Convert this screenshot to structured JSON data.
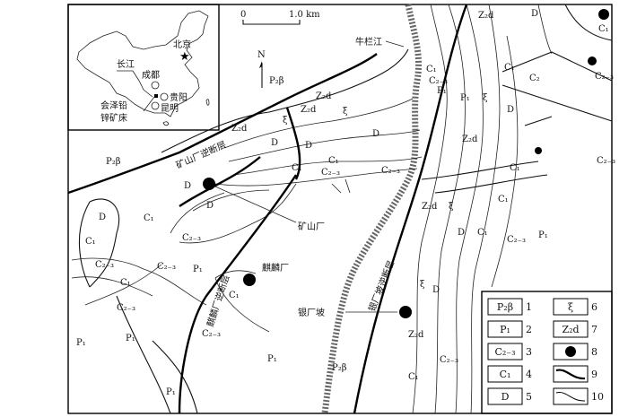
{
  "inset_map": {
    "cities": [
      "北京",
      "成都",
      "贵阳",
      "昆明"
    ],
    "river": "长江",
    "deposit_label_1": "会泽铅",
    "deposit_label_2": "锌矿床"
  },
  "scale": {
    "start": "0",
    "end": "1.0 km"
  },
  "north": "N",
  "river_name": "牛栏江",
  "faults": [
    "矿山厂逆断层",
    "麒麟厂逆断层",
    "银厂坡逆断层"
  ],
  "deposits": [
    "矿山厂",
    "麒麟厂",
    "银厂坡"
  ],
  "unit_labels": [
    "P₂β",
    "P₂β",
    "P₂β",
    "Z₂d",
    "D",
    "C₁",
    "C₁",
    "C₂₋₃",
    "P₁",
    "C₁",
    "C₂",
    "C₂₋₃",
    "P₁",
    "ξ",
    "D",
    "Z₂d",
    "C₁",
    "C₂₋₃",
    "Z₂d",
    "ξ",
    "D",
    "C₁",
    "C₂₋₃",
    "P₁",
    "Z₂d",
    "Z₂d",
    "ξ",
    "ξ",
    "D",
    "D",
    "Z₂d",
    "D",
    "C₁",
    "C₂₋₃",
    "C₁",
    "C₂₋₃",
    "D",
    "C₁",
    "D",
    "C₂₋₃",
    "C₁",
    "D",
    "C₂₋₃",
    "P₁",
    "C₂₋₃",
    "C₁",
    "C₂₋₃",
    "C₁",
    "C₂₋₃",
    "P₁",
    "P₁",
    "P₁",
    "P₁",
    "D",
    "ξ",
    "Z₂d",
    "C₁",
    "C₂₋₃",
    "C₁"
  ],
  "legend": [
    {
      "symbol": "P₂β",
      "num": "1"
    },
    {
      "symbol": "P₁",
      "num": "2"
    },
    {
      "symbol": "C₂₋₃",
      "num": "3"
    },
    {
      "symbol": "C₁",
      "num": "4"
    },
    {
      "symbol": "D",
      "num": "5"
    },
    {
      "symbol": "ξ",
      "num": "6"
    },
    {
      "symbol": "Z₂d",
      "num": "7"
    },
    {
      "symbol": "deposit-dot",
      "num": "8"
    },
    {
      "symbol": "fault-line",
      "num": "9"
    },
    {
      "symbol": "boundary-line",
      "num": "10"
    }
  ]
}
